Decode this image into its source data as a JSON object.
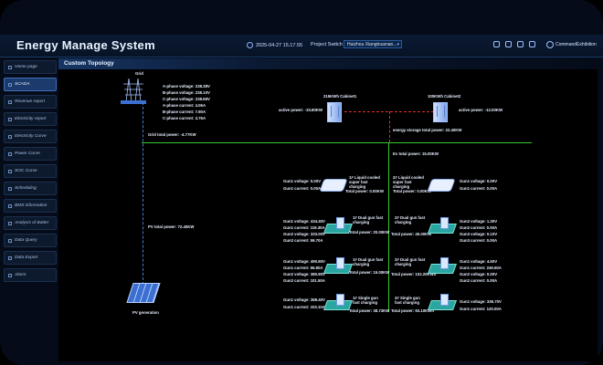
{
  "app": {
    "title": "Energy Manage System"
  },
  "header": {
    "datetime": "2025-04-27 15.17.55",
    "project_label": "Project Switch",
    "project_value": "Huizhou Xiangtousnan...",
    "user": "CommandExhibition"
  },
  "sidebar": {
    "items": [
      {
        "label": "Home page",
        "active": false
      },
      {
        "label": "SCADA",
        "active": true
      },
      {
        "label": "Revenue report",
        "active": false
      },
      {
        "label": "Electricity report",
        "active": false
      },
      {
        "label": "Electricity Curve",
        "active": false
      },
      {
        "label": "Power Curve",
        "active": false
      },
      {
        "label": "SOC Curve",
        "active": false
      },
      {
        "label": "Scheduling",
        "active": false
      },
      {
        "label": "BMS information",
        "active": false
      },
      {
        "label": "Analysis of Batter",
        "active": false
      },
      {
        "label": "Data Query",
        "active": false
      },
      {
        "label": "Data Export",
        "active": false
      },
      {
        "label": "Alarm",
        "active": false
      }
    ]
  },
  "page": {
    "title": "Custom Topology"
  },
  "grid": {
    "label": "Grid",
    "rows": [
      "A-phase voltage:  238.38V",
      "B-phase voltage:  238.10V",
      "C-phase voltage:  238.68V",
      "A-phase current:  4.06A",
      "B-phase current:  7.90A",
      "C-phase current:  3.76A"
    ],
    "total_power": "Grid total power:   -4.77KW"
  },
  "cabinets": {
    "cab1_name": "215KWh Cabinet1",
    "cab1_power": "active power:  -33.80KW",
    "cab2_name": "100KWh Cabinet2",
    "cab2_power": "active power:  -12.00KW",
    "storage_total": "energy storage total power:  22.40KW"
  },
  "ev": {
    "total_power": "Ev total power:   15.00KW"
  },
  "pv": {
    "total_power": "PV total power:   72.40KW",
    "label": "PV generation"
  },
  "chargers": [
    {
      "left_rows": [
        "Gun1 voltage:  0.00V",
        "Gun1 current:  0.00A"
      ],
      "title1": "1# Liquid cooled super fast charging",
      "title2": "2# Liquid cooled super fast charging",
      "total": "Total power:  0.00KW",
      "total2": "Total power:  0.00KW",
      "right_rows": [
        "Gun1 voltage:  0.00V",
        "Gun1 current:  0.00A"
      ]
    },
    {
      "left_rows": [
        "Gun1 voltage:  434.40V",
        "Gun1 current:  119.30A",
        "Gun2 voltage:  333.00V",
        "Gun2 current:  59.70A"
      ],
      "title1": "1# Dual gun fast charging",
      "title2": "2# Dual gun fast charging",
      "total": "Total power:  20.00KW",
      "total2": "Total power:  45.00KW",
      "right_rows": [
        "Gun2 voltage:  1.30V",
        "Gun2 current:  0.00A",
        "Gun3 voltage:  0.10V",
        "Gun3 current:  0.00A"
      ]
    },
    {
      "left_rows": [
        "Gun1 voltage:  490.80V",
        "Gun1 current:  66.80A",
        "Gun2 voltage:  380.80V",
        "Gun2 current:  101.50A"
      ],
      "title1": "1# Dual gun fast charging",
      "title2": "2# Dual gun fast charging",
      "total": "Total power:  15.00KW",
      "total2": "Total power:  102.20KWh",
      "right_rows": [
        "Gun1 voltage:  4.50V",
        "Gun1 current:  249.50A",
        "Gun2 voltage:  0.00V",
        "Gun2 current:  0.00A"
      ]
    },
    {
      "left_rows": [
        "Gun1 voltage:  368.40V",
        "Gun1 current:  103.10A"
      ],
      "title1": "1# Single gun fast charging",
      "title2": "2# Single gun fast charging",
      "total": "Total power:  38.73KW",
      "total2": "Total power:  93.10KWh",
      "right_rows": [
        "Gun1 voltage:  336.70V",
        "Gun1 current:  120.00A"
      ]
    }
  ],
  "colors": {
    "accent": "#1c3b6c",
    "ev_line": "#39c734",
    "cabinet_dash": "#e03030",
    "pv_dash": "#4a7fd1"
  }
}
